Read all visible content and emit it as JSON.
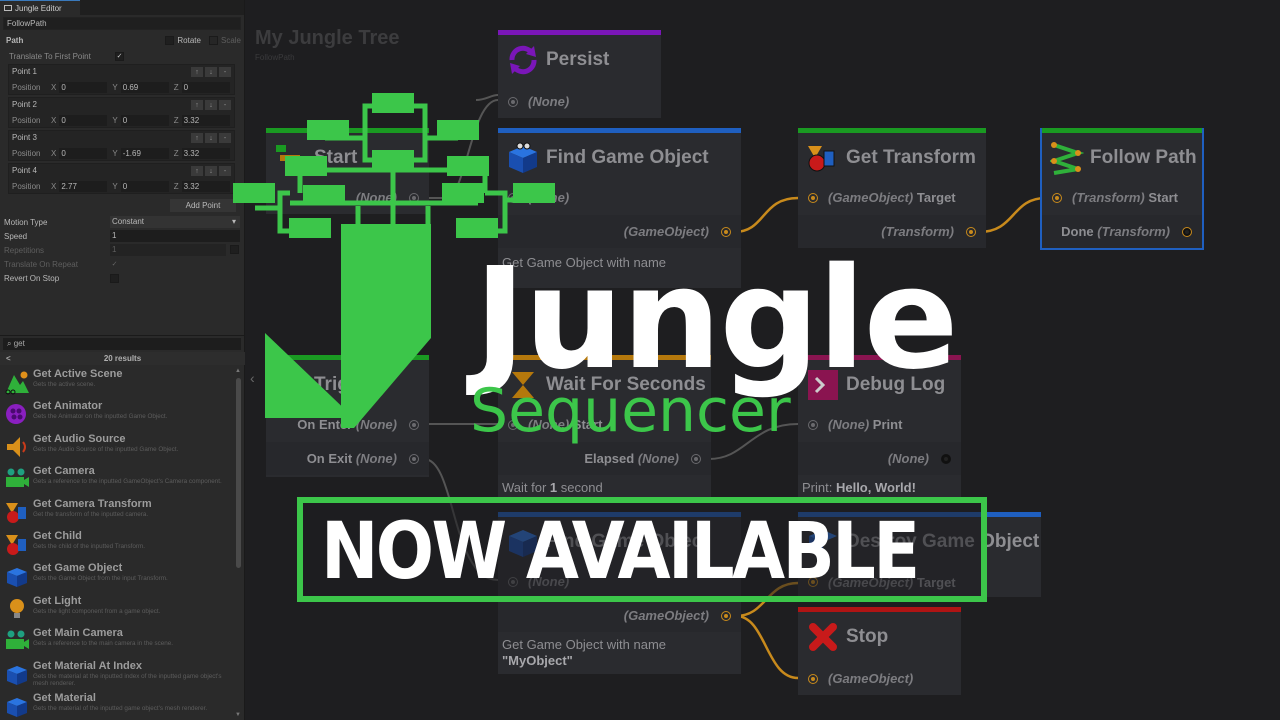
{
  "inspector": {
    "tab_label": "Jungle Editor",
    "object_name": "FollowPath",
    "path_label": "Path",
    "rotate_label": "Rotate",
    "scale_label": "Scale",
    "translate_first_label": "Translate To First Point",
    "translate_first_checked": "✓",
    "position_label": "Position",
    "axis_x": "X",
    "axis_y": "Y",
    "axis_z": "Z",
    "points": [
      {
        "title": "Point 1",
        "x": "0",
        "y": "0.69",
        "z": "0"
      },
      {
        "title": "Point 2",
        "x": "0",
        "y": "0",
        "z": "3.32"
      },
      {
        "title": "Point 3",
        "x": "0",
        "y": "-1.69",
        "z": "3.32"
      },
      {
        "title": "Point 4",
        "x": "2.77",
        "y": "0",
        "z": "3.32"
      }
    ],
    "up_glyph": "↑",
    "down_glyph": "↓",
    "remove_glyph": "-",
    "add_point_label": "Add Point",
    "motion_type_label": "Motion Type",
    "motion_type_value": "Constant",
    "dropdown_glyph": "▾",
    "speed_label": "Speed",
    "speed_value": "1",
    "repetitions_label": "Repetitions",
    "repetitions_value": "1",
    "translate_repeat_label": "Translate On Repeat",
    "translate_repeat_checked": "✓",
    "revert_label": "Revert On Stop",
    "search_value": "⌕ get",
    "results_count": "20 results",
    "back_glyph": "<",
    "nodes": [
      {
        "name": "Get Active Scene",
        "desc": "Gets the active scene."
      },
      {
        "name": "Get Animator",
        "desc": "Gets the Animator on the inputted Game Object."
      },
      {
        "name": "Get Audio Source",
        "desc": "Gets the Audio Source of the inputted Game Object."
      },
      {
        "name": "Get Camera",
        "desc": "Gets a reference to the inputted GameObject's Camera component."
      },
      {
        "name": "Get Camera Transform",
        "desc": "Get the transform of the inputted camera."
      },
      {
        "name": "Get Child",
        "desc": "Gets the child of the inputted Transform."
      },
      {
        "name": "Get Game Object",
        "desc": "Gets the Game Object from the input Transform."
      },
      {
        "name": "Get Light",
        "desc": "Gets the light component from a game object."
      },
      {
        "name": "Get Main Camera",
        "desc": "Gets a reference to the main camera in the scene."
      },
      {
        "name": "Get Material At Index",
        "desc": "Gets the material at the inputted index of the inputted game object's mesh renderer."
      },
      {
        "name": "Get Material",
        "desc": "Gets the material of the inputted game object's mesh renderer."
      }
    ]
  },
  "canvas": {
    "title": "My Jungle Tree",
    "subtitle": "FollowPath",
    "collapse_glyph": "‹",
    "nodes": {
      "persist": {
        "title": "Persist",
        "in": "(None)",
        "color": "#7a16b8"
      },
      "start": {
        "title": "Start",
        "out": "(None)",
        "color": "#1a9a22"
      },
      "find_game_object": {
        "title": "Find Game Object",
        "in": "(None)",
        "out": "(GameObject)",
        "note": "Get Game Object with name",
        "color": "#1f5fc0"
      },
      "get_transform": {
        "title": "Get Transform",
        "in_type": "(GameObject)",
        "in_name": "Target",
        "out": "(Transform)",
        "color": "#1a9a22"
      },
      "follow_path": {
        "title": "Follow Path",
        "in_type": "(Transform)",
        "in_name": "Start",
        "out_name": "Done",
        "out_type": "(Transform)",
        "color": "#1a9a22"
      },
      "trigger": {
        "title": "Trigger",
        "out1_name": "On Enter",
        "out1_type": "(None)",
        "out2_name": "On Exit",
        "out2_type": "(None)",
        "color": "#1a9a22"
      },
      "wait": {
        "title": "Wait For Seconds",
        "in_type": "(None)",
        "in_name": "Start",
        "out_name": "Elapsed",
        "out_type": "(None)",
        "note_pre": "Wait for ",
        "note_val": "1",
        "note_post": " second",
        "color": "#b5780c"
      },
      "debug_log": {
        "title": "Debug Log",
        "in_type": "(None)",
        "in_name": "Print",
        "out": "(None)",
        "note_pre": "Print: ",
        "note_val": "Hello, World!",
        "color": "#8a1450"
      },
      "find_game_object_2": {
        "title": "Find Game Object",
        "in": "(None)",
        "out": "(GameObject)",
        "note": "Get Game Object with name",
        "note_val": "\"MyObject\"",
        "color": "#1f5fc0"
      },
      "destroy": {
        "title": "Destroy Game Object",
        "in_type": "(GameObject)",
        "in_name": "Target",
        "color": "#1f5fc0"
      },
      "stop": {
        "title": "Stop",
        "in": "(GameObject)",
        "color": "#b01414"
      }
    }
  },
  "overlay": {
    "title": "Jungle",
    "subtitle": "Sequencer",
    "banner": "NOW AVAILABLE",
    "accent": "#3cc64a"
  }
}
